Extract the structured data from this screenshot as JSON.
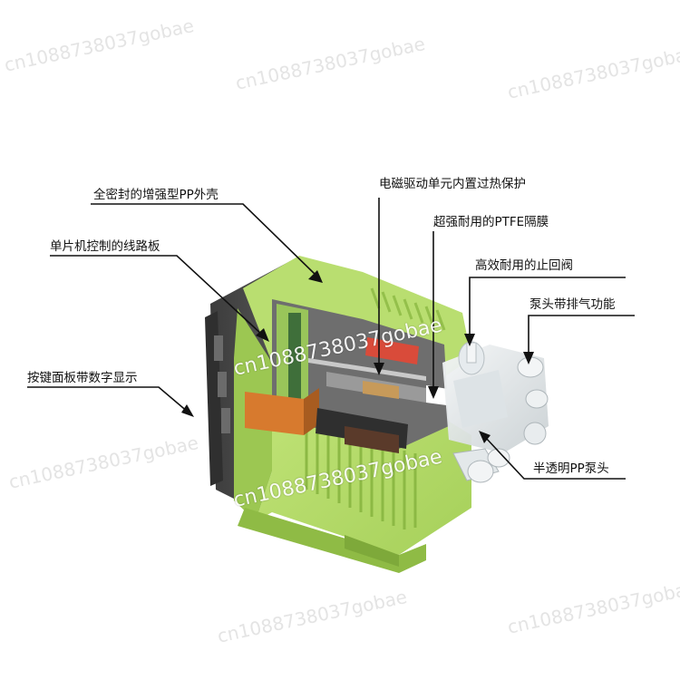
{
  "labels": {
    "housing": "全密封的增强型PP外壳",
    "circuit_board": "单片机控制的线路板",
    "keypad": "按键面板带数字显示",
    "drive_unit": "电磁驱动单元内置过热保护",
    "ptfe_membrane": "超强耐用的PTFE隔膜",
    "check_valve": "高效耐用的止回阀",
    "venting": "泵头带排气功能",
    "pump_head": "半透明PP泵头"
  },
  "watermark": {
    "text": "cn1088738037gobae"
  },
  "colors": {
    "housing_green": "#b4dc68",
    "housing_dark_green": "#8fbb45",
    "panel_gray": "#4a4a4a",
    "pump_head": "#e8ecee"
  }
}
